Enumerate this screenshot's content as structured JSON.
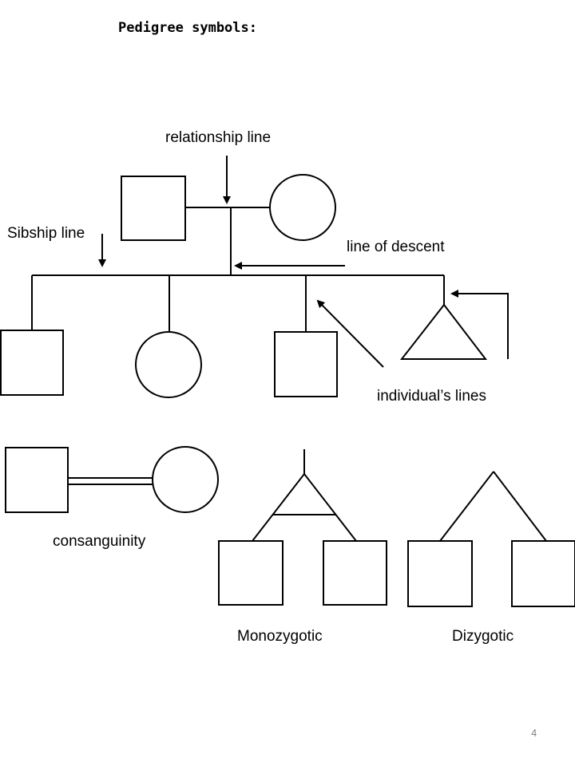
{
  "title": "Pedigree symbols:",
  "labels": {
    "relationship_line": "relationship line",
    "sibship_line": "Sibship line",
    "line_of_descent": "line of descent",
    "individuals_lines": "individual’s lines",
    "consanguinity": "consanguinity",
    "monozygotic": "Monozygotic",
    "dizygotic": "Dizygotic"
  },
  "page_number": "4"
}
